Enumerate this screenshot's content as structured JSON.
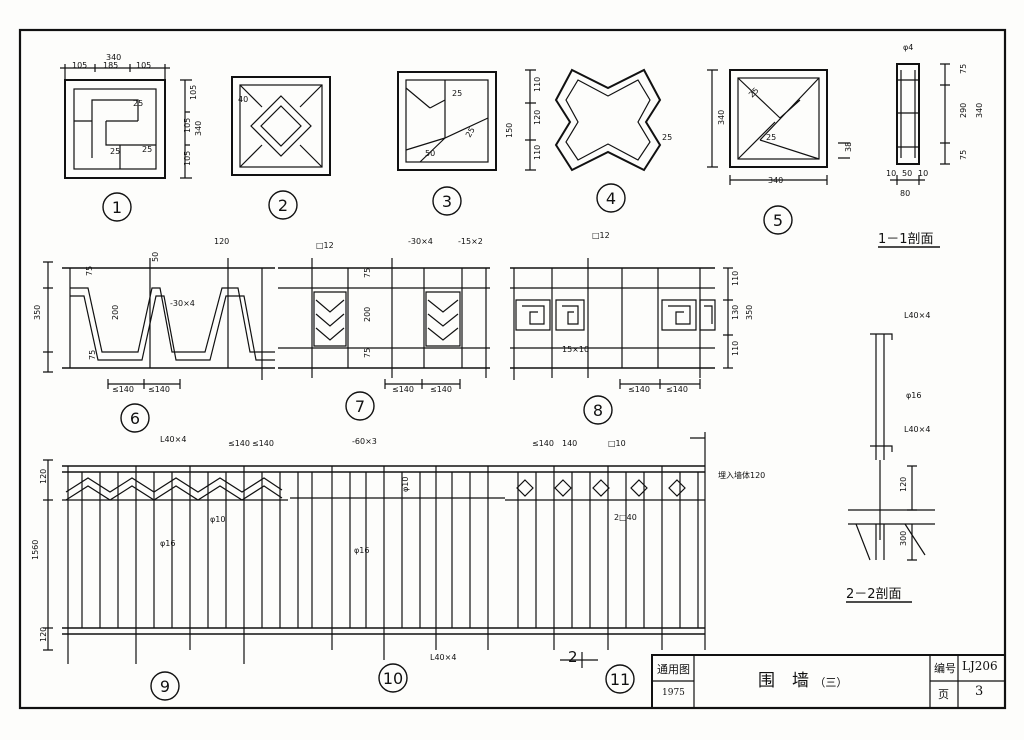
{
  "detail_numbers": [
    "1",
    "2",
    "3",
    "4",
    "5",
    "6",
    "7",
    "8",
    "9",
    "10",
    "11"
  ],
  "section_titles": {
    "s11": "1－1剖面",
    "s22": "2－2剖面"
  },
  "dims": {
    "d1_top": "340",
    "d1_sub": [
      "105",
      "185",
      "105"
    ],
    "d1_side": [
      "105",
      "105",
      "105"
    ],
    "d1_side_total": "340",
    "d1_in": [
      "25",
      "25",
      "25"
    ],
    "d2_in": "40",
    "d3_in": [
      "25",
      "50",
      "25"
    ],
    "d4_side": [
      "110",
      "120",
      "110",
      "150"
    ],
    "d4_in": "25",
    "d5_side": "340",
    "d5_bottom": "340",
    "d5_in": [
      "25",
      "25"
    ],
    "d5_small": "38",
    "s11_top": "φ4",
    "s11_side": [
      "75",
      "290",
      "75"
    ],
    "s11_total": "340",
    "s11_bottom": [
      "10",
      "50",
      "10"
    ],
    "s11_bottom_total": "80",
    "d6_top": [
      "120",
      "50"
    ],
    "d6_side": [
      "75",
      "200",
      "75"
    ],
    "d6_total": "350",
    "d6_label": "-30×4",
    "d6_bottom": [
      "≤140",
      "≤140"
    ],
    "d7_top": [
      "□12",
      "-30×4",
      "-15×2"
    ],
    "d7_side": [
      "75",
      "200",
      "75"
    ],
    "d7_bottom": [
      "≤140",
      "≤140"
    ],
    "d8_top": "□12",
    "d8_side": [
      "110",
      "130",
      "110"
    ],
    "d8_total": "350",
    "d8_in": "15×10",
    "d8_bottom": [
      "≤140",
      "≤140"
    ],
    "d9_top": [
      "L40×4",
      "≤140",
      "≤140"
    ],
    "d9_side": [
      "120",
      "1560",
      "120"
    ],
    "d9_in": [
      "φ10",
      "φ16"
    ],
    "d10_top": "-60×3",
    "d10_in": [
      "φ16",
      "φ10"
    ],
    "d11_top": [
      "≤140",
      "140",
      "□10"
    ],
    "d11_in": "2□40",
    "d11_embed": "埋入墙体120",
    "bottom_label": "L40×4",
    "s22": [
      "L40×4",
      "φ16",
      "L40×4",
      "120",
      "300"
    ],
    "mark": "2"
  },
  "title_block": {
    "general": "通用图",
    "year": "1975",
    "title": "围　墙",
    "title_suffix": "（三）",
    "number_label": "编号",
    "number": "LJ206",
    "page_label": "页",
    "page": "3"
  }
}
